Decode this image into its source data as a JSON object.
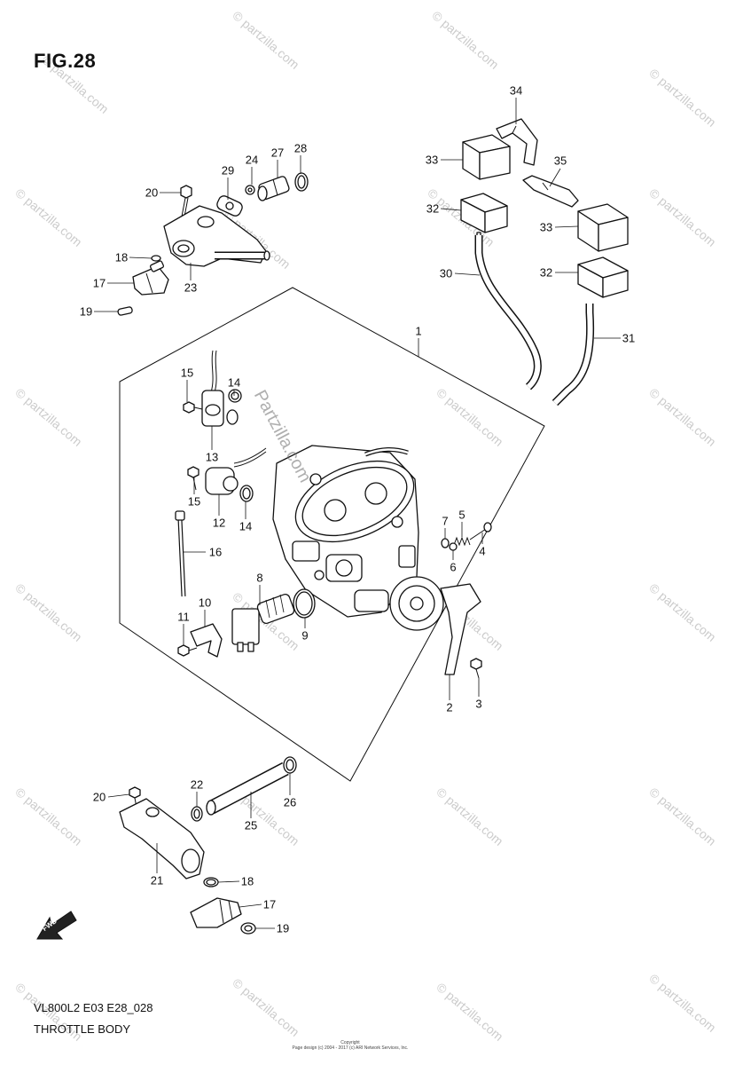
{
  "figure": {
    "label": "FIG.28"
  },
  "watermark": "© partzilla.com",
  "center_watermark": "Partzilla.com",
  "fwd_label": "FWD",
  "callouts": [
    "34",
    "33",
    "35",
    "32",
    "33",
    "30",
    "32",
    "31",
    "1",
    "29",
    "24",
    "27",
    "28",
    "20",
    "18",
    "17",
    "23",
    "19",
    "15",
    "14",
    "13",
    "15",
    "12",
    "14",
    "7",
    "5",
    "4",
    "6",
    "16",
    "8",
    "10",
    "11",
    "9",
    "2",
    "3",
    "20",
    "22",
    "26",
    "25",
    "21",
    "18",
    "17",
    "19"
  ],
  "footer": {
    "code": "VL800L2 E03 E28_028",
    "title": "THROTTLE BODY",
    "copyright_line1": "Copyright",
    "copyright_line2": "Page design (c) 2004 - 2017 (c) ARI Network Services, Inc."
  }
}
